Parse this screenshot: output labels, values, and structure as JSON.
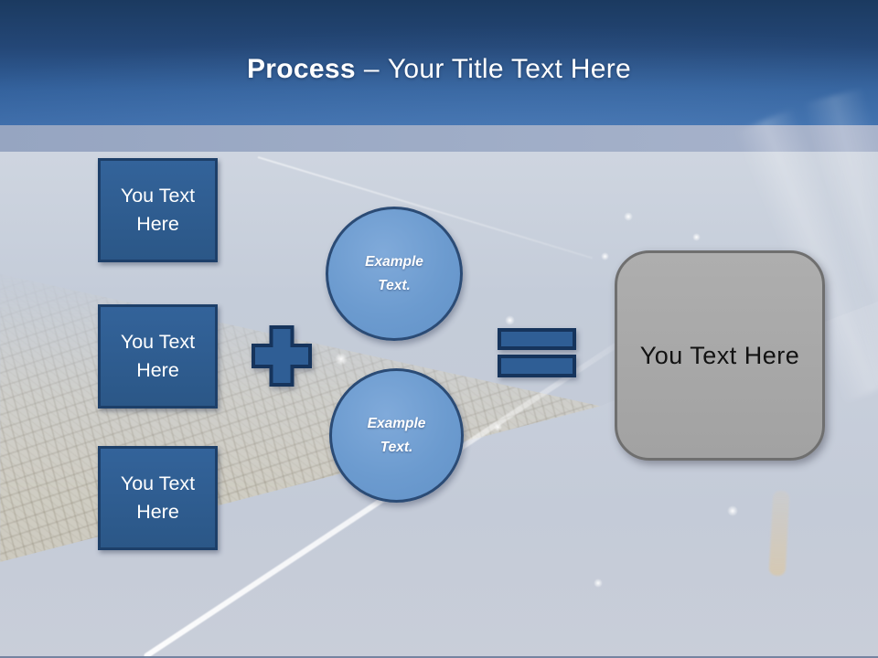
{
  "slide_title": {
    "bold": "Process",
    "separator": "–",
    "rest": "Your Title Text Here"
  },
  "process_flow": {
    "input_boxes": [
      {
        "label": "You Text Here"
      },
      {
        "label": "You Text Here"
      },
      {
        "label": "You Text Here"
      }
    ],
    "plus_operator": "+",
    "example_circles": [
      {
        "label": "Example Text."
      },
      {
        "label": "Example Text."
      }
    ],
    "equals_operator": "=",
    "result_box": {
      "label": "You Text Here"
    }
  },
  "colors": {
    "header_gradient_top": "#1b3a60",
    "header_gradient_bottom": "#3d6ca9",
    "divider_band": "#9dabc5",
    "box_fill": "#2f5e93",
    "box_border": "#1d3f69",
    "circle_fill": "#6d9cd1",
    "circle_border": "#2b4b75",
    "operator_fill": "#2f5e95",
    "operator_border": "#16345c",
    "result_fill": "#a8a8a8",
    "result_border": "#6f6f6f",
    "title_text": "#ffffff",
    "background_tint": "#c6cdd8",
    "lane_line": "#ffffff"
  }
}
